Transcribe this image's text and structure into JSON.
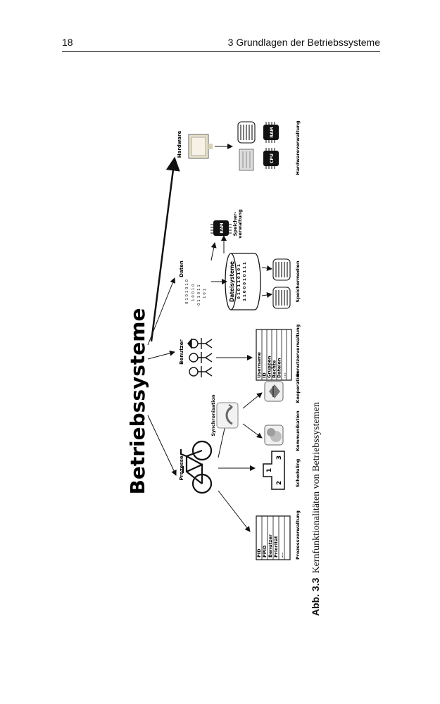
{
  "header": {
    "page_number": "18",
    "chapter_title": "3   Grundlagen der Betriebssysteme"
  },
  "figure": {
    "title": "Betriebssysteme",
    "groups": {
      "prozesse": "Prozesse",
      "benutzer": "Benutzer",
      "daten": "Daten",
      "hardware": "Hardware"
    },
    "prozesse_items": {
      "prozessverwaltung": "Prozessverwaltung",
      "scheduling": "Scheduling",
      "synchronisation": "Synchronisation",
      "kommunikation": "Kommunikation",
      "kooperation": "Kooperation"
    },
    "process_table": [
      "PID",
      "PPID",
      "Benutzer",
      "Priorität",
      "..."
    ],
    "scheduling_steps": [
      "1",
      "2",
      "3"
    ],
    "user_table": [
      "Username",
      "ID",
      "Gruppen",
      "Rechte",
      "Dateien",
      "..."
    ],
    "benutzerverwaltung": "Benutzerverwaltung",
    "dateisysteme": {
      "label": "Dateisysteme",
      "bits1": "0 1 0 1 1 0 1 0 1",
      "bits2": "1 1 0 0 0 1 0 1 1 1"
    },
    "speichermedien": "Speichermedien",
    "speicherverwaltung_line1": "Speicher-",
    "speicherverwaltung_line2": "verwaltung",
    "hardwareverwaltung": "Hardwareverwaltung",
    "chips": {
      "ram": "RAM",
      "cpu": "CPU"
    }
  },
  "caption": {
    "label": "Abb. 3.3",
    "text": "Kernfunktionalitäten von Betriebssystemen"
  },
  "colors": {
    "ink": "#111111",
    "rule": "#222222",
    "monitor": "#e8e2c8",
    "gray_icon": "#bdbdbd"
  }
}
